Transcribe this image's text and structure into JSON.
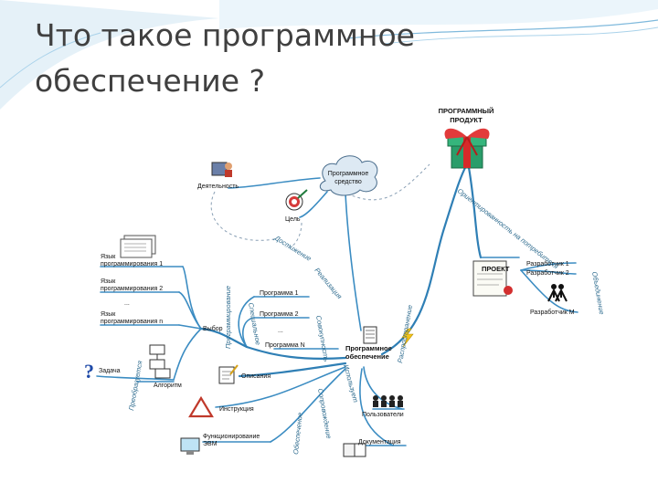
{
  "slide": {
    "title_line1": "Что такое программное",
    "title_line2": "обеспечение ?"
  },
  "diagram": {
    "center": "Программное обеспечение",
    "product_line1": "ПРОГРАММНЫЙ",
    "product_line2": "ПРОДУКТ",
    "cloud_line1": "Программное",
    "cloud_line2": "средство",
    "activity": "Деятельность",
    "goal": "Цель",
    "languages": {
      "lang1_line1": "Язык",
      "lang1_line2": "программирования 1",
      "lang2_line1": "Язык",
      "lang2_line2": "программирования 2",
      "dots": "...",
      "langn_line1": "Язык",
      "langn_line2": "программирования n"
    },
    "choice": "Выбор",
    "programs": [
      "Программа 1",
      "Программа 2",
      "...",
      "Программа N"
    ],
    "task": "Задача",
    "algorithm": "Алгоритм",
    "description": "Описания",
    "instruction": "Инструкция",
    "computer_line1": "Функционирование",
    "computer_line2": "ЭВМ",
    "users": "Пользователи",
    "documentation": "Документация",
    "project": "ПРОЕКТ",
    "developers": [
      "Разработчик 1",
      "Разработчик 2",
      "Разработчик М"
    ],
    "edge_labels": {
      "focus": "Ориентированность на потребителя",
      "reach": "Достижение",
      "programming": "Программирование",
      "implementation": "Реализация",
      "collection": "Совокупность",
      "transform": "Преобразуется",
      "association": "Объединение",
      "spec": "Специальное",
      "usage": "Использует",
      "maint": "Сопровождение",
      "support": "Обеспечение",
      "sale": "Распространение"
    }
  }
}
